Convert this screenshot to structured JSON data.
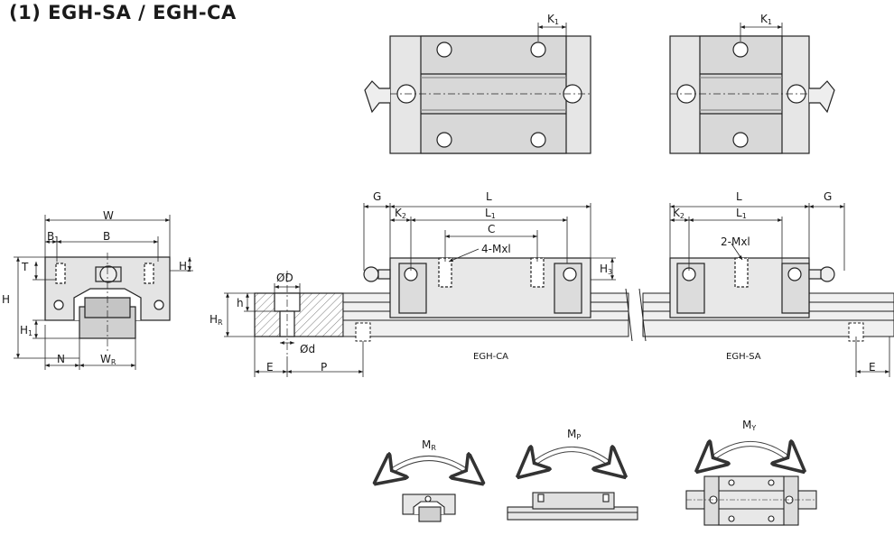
{
  "title": "(1) EGH-SA / EGH-CA",
  "labels": {
    "W": "W",
    "B": "B",
    "B1": "B",
    "B1_sub": "1",
    "T": "T",
    "H": "H",
    "H1": "H",
    "H1_sub": "1",
    "H2": "H",
    "H2_sub": "2",
    "H3": "H",
    "H3_sub": "3",
    "HR": "H",
    "HR_sub": "R",
    "h": "h",
    "N": "N",
    "WR": "W",
    "WR_sub": "R",
    "phiD": "ØD",
    "phid": "Ød",
    "E": "E",
    "P": "P",
    "G": "G",
    "L": "L",
    "L1": "L",
    "L1_sub": "1",
    "K1": "K",
    "K1_sub": "1",
    "K2": "K",
    "K2_sub": "2",
    "C": "C",
    "fourMxl": "4-Mxl",
    "twoMxl": "2-Mxl"
  },
  "captions": {
    "ca": "EGH-CA",
    "sa": "EGH-SA"
  },
  "moments": {
    "MR": "M",
    "MR_sub": "R",
    "MP": "M",
    "MP_sub": "P",
    "MY": "M",
    "MY_sub": "Y"
  }
}
